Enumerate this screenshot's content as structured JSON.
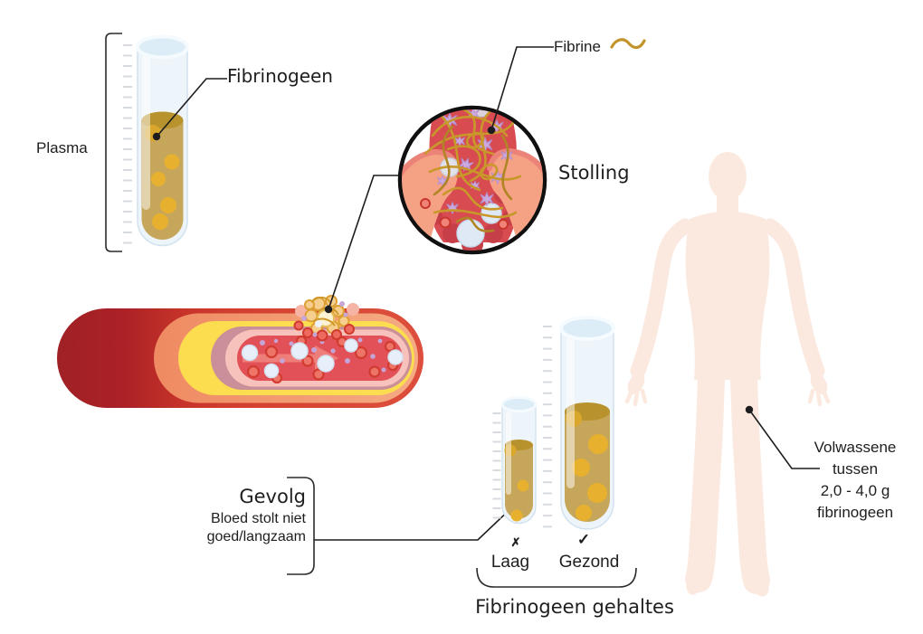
{
  "infographic": {
    "plasma_label": "Plasma",
    "fibrinogeen_label": "Fibrinogeen",
    "fibrine_label": "Fibrine",
    "stolling_label": "Stolling",
    "gevolg": {
      "title": "Gevolg",
      "line1": "Bloed stolt niet",
      "line2": "goed/langzaam"
    },
    "tubes": {
      "low_label": "Laag",
      "low_mark": "✗",
      "healthy_label": "Gezond",
      "healthy_mark": "✓"
    },
    "title": "Fibrinogeen gehaltes",
    "adult": {
      "line1": "Volwassene",
      "line2": "tussen",
      "line3": "2,0 - 4,0 g",
      "line4": "fibrinogeen"
    },
    "colors": {
      "fibrin_gold": "#c8982a",
      "plasma_liquid": "#c6a65a",
      "liquid_surface": "#b8932d",
      "fibrinogen_dots": "#e7b02f",
      "vessel_outer_red": "#b3242a",
      "vessel_salmon": "#f1906a",
      "vessel_yellow": "#fcdd50",
      "vessel_pink": "#f7c2bc",
      "lumen_red": "#e25158",
      "platelet_purple": "#ccaade",
      "body_silhouette": "#fbe9e0",
      "line_color": "#1d1d1f"
    }
  }
}
